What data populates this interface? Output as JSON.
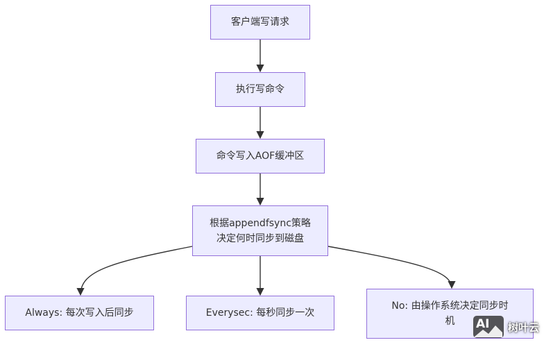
{
  "colors": {
    "node_fill": "#ECECFF",
    "node_border": "#9370DB",
    "text": "#333333",
    "edge": "#333333"
  },
  "nodes": {
    "client_write": "客户端写请求",
    "execute_write": "执行写命令",
    "write_buffer": "命令写入AOF缓冲区",
    "decide_sync": "根据appendfsync策略\n决定何时同步到磁盘",
    "always": "Always: 每次写入后同步",
    "everysec": "Everysec: 每秒同步一次",
    "no": "No: 由操作系统决定同步时\n机"
  },
  "watermark": {
    "logo": "AI",
    "name": "树叶云"
  }
}
